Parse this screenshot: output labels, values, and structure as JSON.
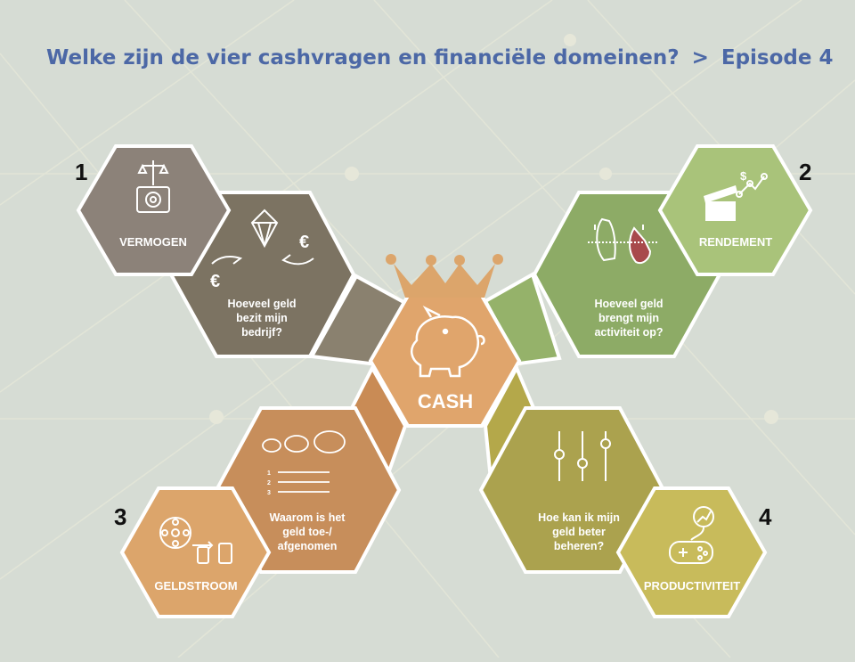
{
  "title": {
    "text": "Welke zijn de vier cashvragen en financiële domeinen?",
    "separator": ">",
    "episode": "Episode 4"
  },
  "center": {
    "label": "CASH",
    "icon": "piggy-bank-with-crown-icon"
  },
  "domains": [
    {
      "number": "1",
      "name": "VERMOGEN",
      "question_lines": [
        "Hoeveel geld",
        "bezit mijn",
        "bedrijf?"
      ],
      "icon": "scale-safe-icon",
      "question_icon": "diamond-euro-hands-icon",
      "color": "#8c8279",
      "question_color": "#7c7362"
    },
    {
      "number": "2",
      "name": "RENDEMENT",
      "question_lines": [
        "Hoeveel geld",
        "brengt mijn",
        "activiteit op?"
      ],
      "icon": "clapper-chart-icon",
      "question_icon": "hands-sprout-icon",
      "color": "#a9c37a",
      "question_color": "#8dab66"
    },
    {
      "number": "3",
      "name": "GELDSTROOM",
      "question_lines": [
        "Waarom is het",
        "geld toe-/",
        "afgenomen"
      ],
      "icon": "film-reel-coins-icon",
      "question_icon": "piggy-banks-list-icon",
      "list_numbers": [
        "1",
        "2",
        "3"
      ],
      "color": "#dca56b",
      "question_color": "#c78e5b"
    },
    {
      "number": "4",
      "name": "PRODUCTIVITEIT",
      "question_lines": [
        "Hoe kan ik mijn",
        "geld beter",
        "beheren?"
      ],
      "icon": "gamepad-growth-icon",
      "question_icon": "sliders-icon",
      "color": "#c8bb5b",
      "question_color": "#aba24e"
    }
  ],
  "colors": {
    "background": "#d6dcd4",
    "title": "#4c68a6",
    "cash": "#e0a56c",
    "crown": "#dca56b"
  }
}
